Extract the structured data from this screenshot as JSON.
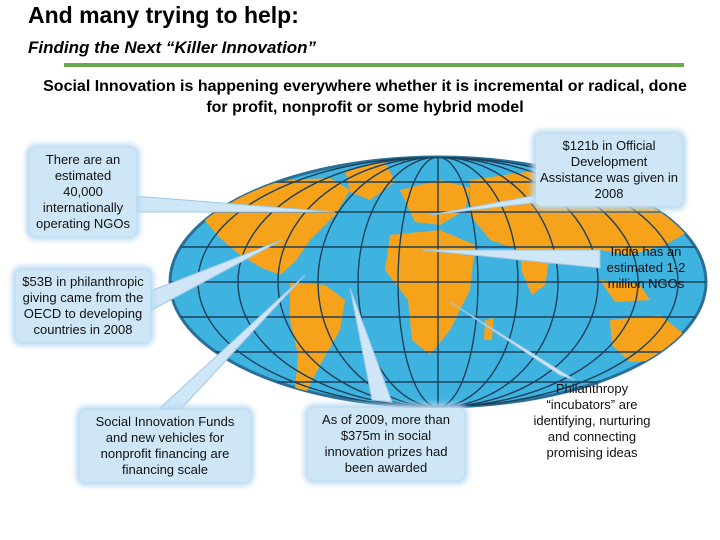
{
  "header": {
    "title": "And many trying to help:",
    "subtitle": "Finding the Next “Killer Innovation”"
  },
  "intro": "Social Innovation is happening everywhere whether it is incremental or radical, done for profit, nonprofit or some hybrid model",
  "callouts": {
    "ngos": "There are an estimated 40,000 internationally operating NGOs",
    "oda": "$121b in Official Development Assistance was given in 2008",
    "india": "India has an estimated 1-2 million NGOs",
    "philanthropy": "$53B in philanthropic giving came from the OECD to developing countries in 2008",
    "funds": "Social Innovation Funds and new  vehicles for nonprofit financing are financing scale",
    "prizes": "As of 2009, more than $375m in social innovation prizes had been awarded",
    "incubators": "Philanthropy “incubators” are identifying, nurturing and connecting promising ideas"
  },
  "colors": {
    "accent_rule": "#6aa84f",
    "ocean": "#3fb3e0",
    "land": "#f7a21b",
    "callout_fill": "#cfe6f7"
  },
  "graphic": {
    "icon": "world-map-globe-icon"
  }
}
